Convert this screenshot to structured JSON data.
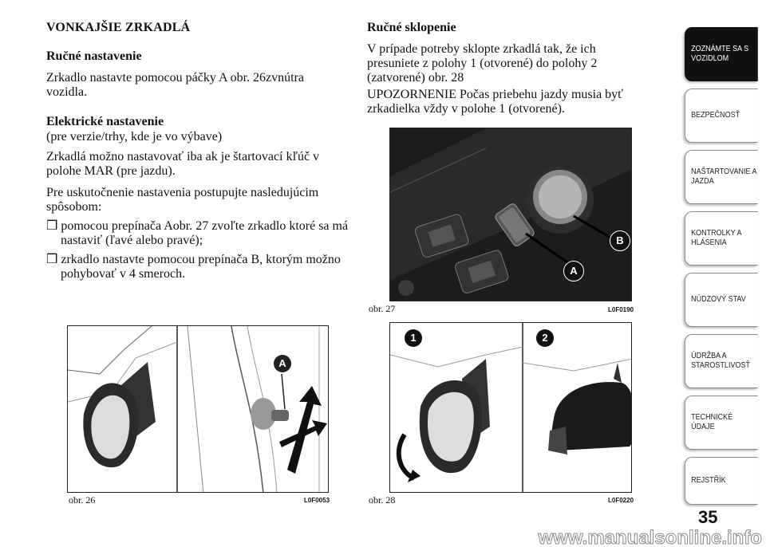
{
  "left": {
    "title": "VONKAJŠIE ZRKADLÁ",
    "manual_heading": "Ručné nastavenie",
    "manual_text": "Zrkadlo nastavte pomocou páčky A obr. 26zvnútra vozidla.",
    "electric_heading": "Elektrické nastavenie",
    "electric_note": "(pre verzie/trhy, kde je vo výbave)",
    "electric_text1": "Zrkadlá možno nastavovať iba ak je štartovací kľúč v polohe MAR (pre jazdu).",
    "electric_text2": "Pre uskutočnenie nastavenia postupujte nasledujúcim spôsobom:",
    "bullets": [
      "❒ pomocou prepínača Aobr. 27 zvoľte zrkadlo ktoré sa má nastaviť (ľavé alebo pravé);",
      "❒ zrkadlo nastavte pomocou prepínača B, ktorým možno pohybovať v 4 smeroch."
    ]
  },
  "right": {
    "fold_heading": "Ručné sklopenie",
    "fold_text": "V prípade potreby sklopte zrkadlá tak, že ich presuniete z polohy 1 (otvorené) do polohy 2 (zatvorené) obr. 28",
    "warning_text": "UPOZORNENIE Počas priebehu jazdy musia byť zrkadielka vždy v polohe 1 (otvorené)."
  },
  "figures": {
    "fig26": {
      "caption": "obr. 26",
      "code": "L0F0053",
      "label_a": "A"
    },
    "fig27": {
      "caption": "obr. 27",
      "code": "L0F0190",
      "label_a": "A",
      "label_b": "B"
    },
    "fig28": {
      "caption": "obr. 28",
      "code": "L0F0220",
      "label_1": "1",
      "label_2": "2"
    }
  },
  "tabs": [
    {
      "label": "ZOZNÁMTE SA S VOZIDLOM",
      "active": true
    },
    {
      "label": "BEZPEČNOSŤ",
      "active": false
    },
    {
      "label": "NAŠTARTOVANIE A JAZDA",
      "active": false
    },
    {
      "label": "KONTROLKY A HLÁSENIA",
      "active": false
    },
    {
      "label": "NÚDZOVÝ STAV",
      "active": false
    },
    {
      "label": "ÚDRŽBA A STAROSTLIVOSŤ",
      "active": false
    },
    {
      "label": "TECHNICKÉ ÚDAJE",
      "active": false
    },
    {
      "label": "REJSTŘÍK",
      "active": false
    }
  ],
  "page_number": "35",
  "watermark": "www.manualsonline.info"
}
